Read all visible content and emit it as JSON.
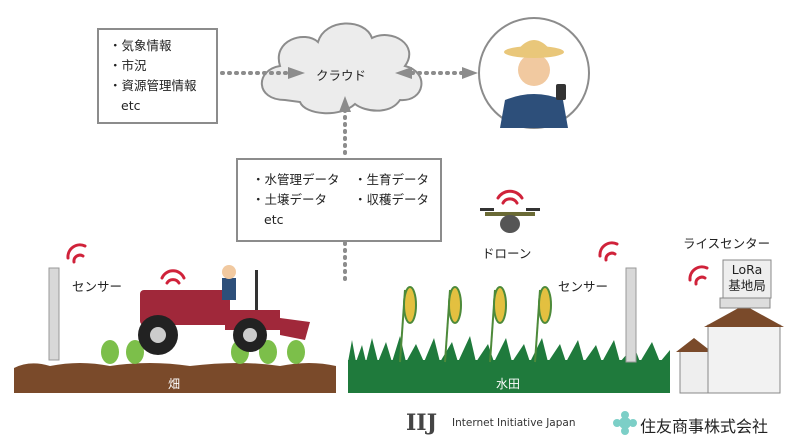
{
  "external_info": {
    "items": [
      "・気象情報",
      "・市況",
      "・資源管理情報",
      "etc"
    ]
  },
  "cloud": {
    "label": "クラウド"
  },
  "field_data": {
    "col1": [
      "・水管理データ",
      "・土壌データ",
      "etc"
    ],
    "col2": [
      "・生育データ",
      "・収穫データ"
    ]
  },
  "sensor_left": {
    "label": "センサー"
  },
  "sensor_right": {
    "label": "センサー"
  },
  "drone": {
    "label": "ドローン"
  },
  "rice_center": {
    "label": "ライスセンター",
    "base_station": [
      "LoRa",
      "基地局"
    ]
  },
  "ground": {
    "field_label": "畑",
    "paddy_label": "水田"
  },
  "logos": {
    "iij_mark": "IIJ",
    "iij_name": "Internet Initiative Japan",
    "sumitomo": "住友商事株式会社"
  },
  "colors": {
    "signal": "#d0223a",
    "soil": "#7a4a2a",
    "paddy": "#1f7a3c",
    "tractor": "#a0283a"
  }
}
